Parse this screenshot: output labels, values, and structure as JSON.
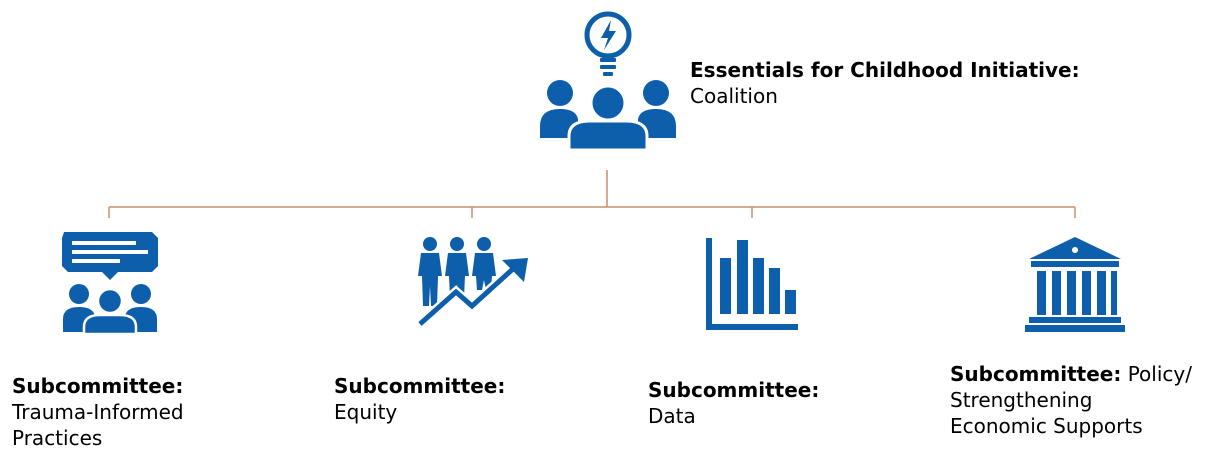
{
  "colors": {
    "icon_blue": "#0d5fac",
    "connector": "#c8916a"
  },
  "root": {
    "icon": "coalition-lightbulb-people-icon",
    "title": "Essentials for Childhood Initiative:",
    "subtitle": "Coalition"
  },
  "subcommittees": [
    {
      "icon": "speech-bubble-group-icon",
      "prefix": "Subcommittee:",
      "name_lines": [
        "Trauma-Informed",
        "Practices"
      ]
    },
    {
      "icon": "people-rising-arrow-icon",
      "prefix": "Subcommittee:",
      "name_lines": [
        "Equity"
      ]
    },
    {
      "icon": "bar-chart-icon",
      "prefix": "Subcommittee:",
      "name_lines": [
        "Data"
      ]
    },
    {
      "icon": "government-building-icon",
      "prefix": "Subcommittee:",
      "inline_name": " Policy/",
      "name_lines": [
        "Strengthening",
        "Economic Supports"
      ]
    }
  ]
}
